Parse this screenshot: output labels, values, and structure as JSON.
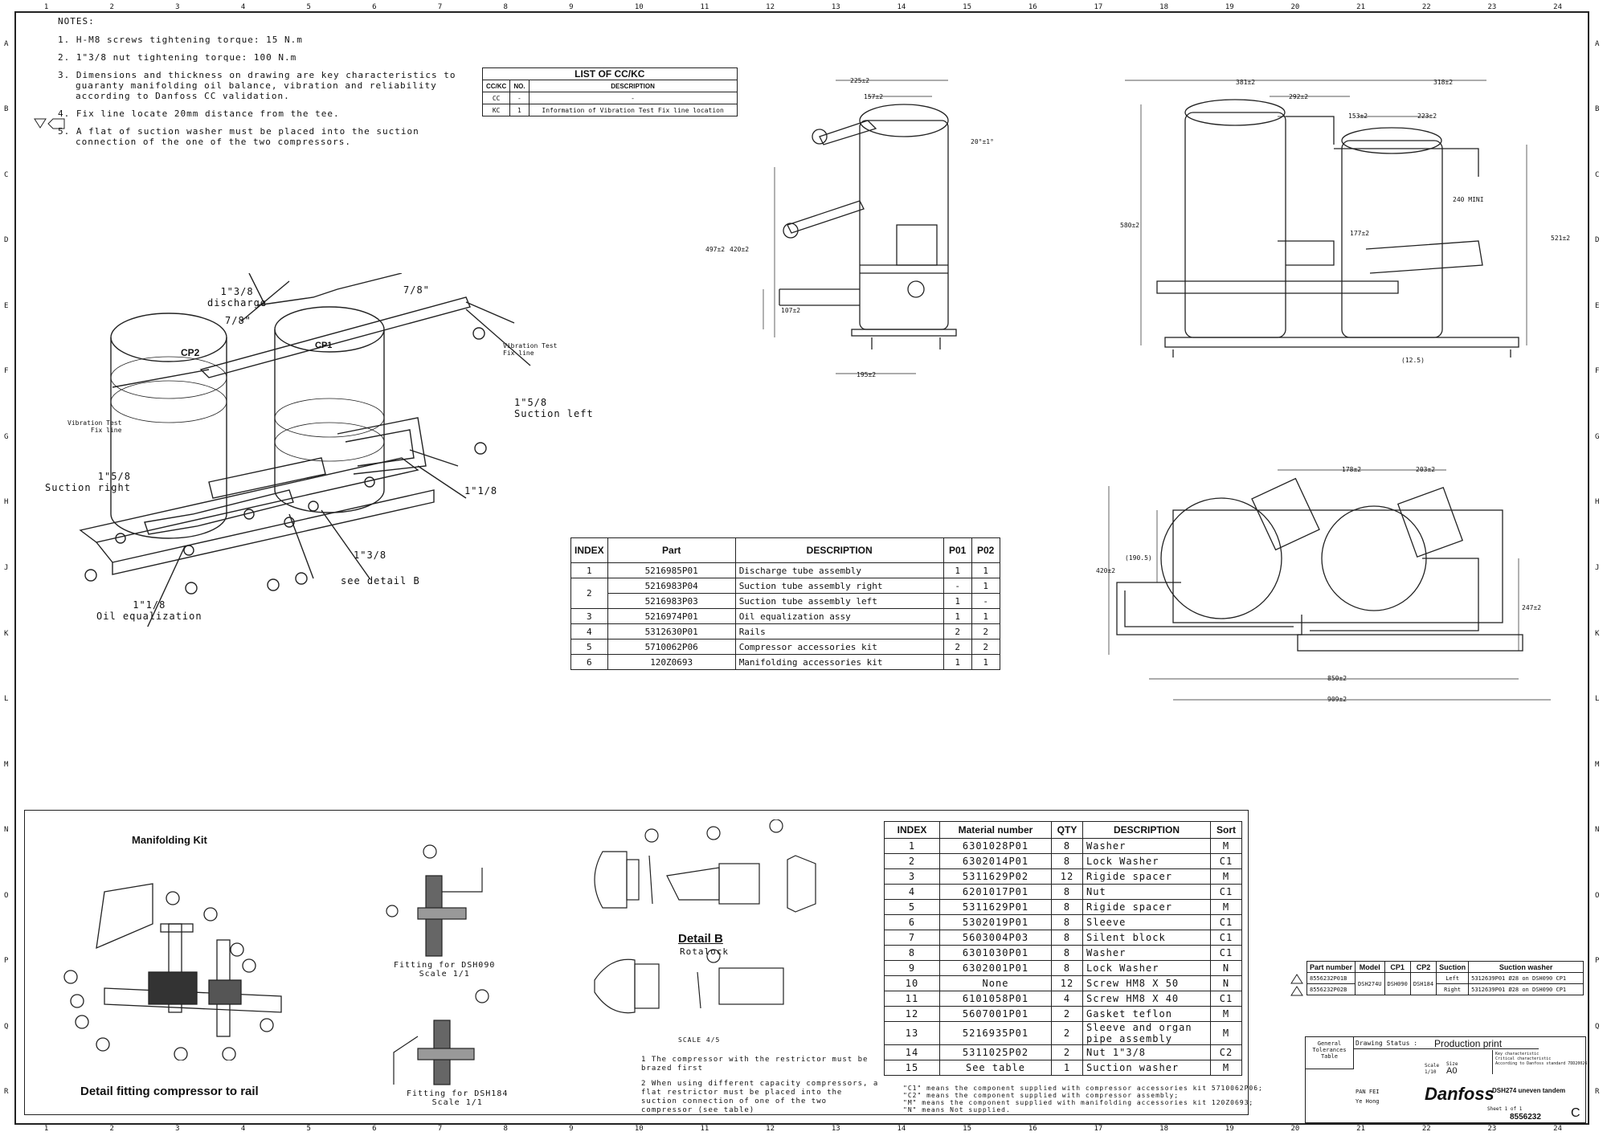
{
  "notes": {
    "title": "NOTES:",
    "items": [
      "1. H-M8 screws tightening torque: 15 N.m",
      "2. 1\"3/8 nut tightening torque: 100 N.m",
      "3. Dimensions and thickness on drawing are key characteristics to guaranty manifolding oil balance, vibration and reliability according to Danfoss CC validation.",
      "4. Fix line locate 20mm distance from the tee.",
      "5. A flat of suction washer must be placed into the suction connection of the one of the two compressors."
    ]
  },
  "cckc": {
    "caption": "LIST OF CC/KC",
    "headers": [
      "CC/KC",
      "NO.",
      "DESCRIPTION"
    ],
    "rows": [
      [
        "CC",
        "-",
        "-"
      ],
      [
        "KC",
        "1",
        "Information of Vibration Test Fix line location"
      ]
    ]
  },
  "iso_labels": {
    "discharge": "1\"3/8\ndischarge",
    "seven_eighth_a": "7/8\"",
    "seven_eighth_b": "7/8\"",
    "vib_right": "Vibration Test\nFix line",
    "vib_left": "Vibration Test\nFix line",
    "suction_left": "1\"5/8\nSuction left",
    "suction_right": "1\"5/8\nSuction right",
    "one_one_eighth": "1\"1/8",
    "one_three_eighth": "1\"3/8",
    "see_detail": "see detail B",
    "oil_eq": "1\"1/8\nOil equalization",
    "cp1": "CP1",
    "cp2": "CP2"
  },
  "dims": {
    "d225": "225±2",
    "d157": "157±2",
    "d20": "20°±1°",
    "d497": "497±2",
    "d420": "420±2",
    "d107": "107±2",
    "d195": "195±2",
    "d381": "381±2",
    "d318": "318±2",
    "d292": "292±2",
    "d153": "153±2",
    "d223": "223±2",
    "d240": "240 MINI",
    "d580": "580±2",
    "d177": "177±2",
    "d521": "521±2",
    "d12": "(12.5)",
    "d178": "178±2",
    "d203": "203±2",
    "d1905": "(190.5)",
    "d420b": "420±2",
    "d247": "247±2",
    "d850": "850±2",
    "d909": "909±2"
  },
  "index_table": {
    "headers": [
      "INDEX",
      "Part",
      "DESCRIPTION",
      "P01",
      "P02"
    ],
    "rows": [
      {
        "index": "1",
        "part": "5216985P01",
        "desc": "Discharge tube assembly",
        "p01": "1",
        "p02": "1"
      },
      {
        "index": "2",
        "part": "5216983P04",
        "desc": "Suction tube assembly right",
        "p01": "-",
        "p02": "1"
      },
      {
        "index": "",
        "part": "5216983P03",
        "desc": "Suction tube assembly left",
        "p01": "1",
        "p02": "-"
      },
      {
        "index": "3",
        "part": "5216974P01",
        "desc": "Oil equalization assy",
        "p01": "1",
        "p02": "1"
      },
      {
        "index": "4",
        "part": "5312630P01",
        "desc": "Rails",
        "p01": "2",
        "p02": "2"
      },
      {
        "index": "5",
        "part": "5710062P06",
        "desc": "Compressor accessories kit",
        "p01": "2",
        "p02": "2"
      },
      {
        "index": "6",
        "part": "120Z0693",
        "desc": "Manifolding accessories kit",
        "p01": "1",
        "p02": "1"
      }
    ]
  },
  "manifolding": {
    "title": "Manifolding Kit",
    "caption": "Detail fitting compressor to rail",
    "fit090": "Fitting for DSH090\nScale 1/1",
    "fit184": "Fitting for DSH184\nScale 1/1",
    "detail_b": "Detail B",
    "rotalock": "Rotalock",
    "scale45": "SCALE 4/5",
    "note1": "1 The compressor with the restrictor must be brazed first",
    "note2": "2 When using different capacity compressors, a flat restrictor must be placed into the suction connection of one of the two compressor (see table)"
  },
  "material_table": {
    "headers": [
      "INDEX",
      "Material number",
      "QTY",
      "DESCRIPTION",
      "Sort"
    ],
    "rows": [
      [
        "1",
        "6301028P01",
        "8",
        "Washer",
        "M"
      ],
      [
        "2",
        "6302014P01",
        "8",
        "Lock Washer",
        "C1"
      ],
      [
        "3",
        "5311629P02",
        "12",
        "Rigide spacer",
        "M"
      ],
      [
        "4",
        "6201017P01",
        "8",
        "Nut",
        "C1"
      ],
      [
        "5",
        "5311629P01",
        "8",
        "Rigide spacer",
        "M"
      ],
      [
        "6",
        "5302019P01",
        "8",
        "Sleeve",
        "C1"
      ],
      [
        "7",
        "5603004P03",
        "8",
        "Silent block",
        "C1"
      ],
      [
        "8",
        "6301030P01",
        "8",
        "Washer",
        "C1"
      ],
      [
        "9",
        "6302001P01",
        "8",
        "Lock Washer",
        "N"
      ],
      [
        "10",
        "None",
        "12",
        "Screw HM8 X 50",
        "N"
      ],
      [
        "11",
        "6101058P01",
        "4",
        "Screw HM8 X 40",
        "C1"
      ],
      [
        "12",
        "5607001P01",
        "2",
        "Gasket teflon",
        "M"
      ],
      [
        "13",
        "5216935P01",
        "2",
        "Sleeve and organ pipe assembly",
        "M"
      ],
      [
        "14",
        "5311025P02",
        "2",
        "Nut 1\"3/8",
        "C2"
      ],
      [
        "15",
        "See table",
        "1",
        "Suction washer",
        "M"
      ]
    ],
    "footnotes": [
      "\"C1\" means the component supplied with compressor accessories kit 5710062P06;",
      "\"C2\" means the component supplied with compressor assembly;",
      "\"M\" means the component supplied with manifolding accessories kit 120Z0693;",
      "\"N\" means Not supplied."
    ]
  },
  "part_number_table": {
    "headers": [
      "Part number",
      "Model",
      "CP1",
      "CP2",
      "Suction",
      "Suction washer"
    ],
    "rows": [
      [
        "8556232P01B",
        "DSH274U",
        "DSH090",
        "DSH184",
        "Left",
        "5312639P01 Ø28 on DSH090 CP1"
      ],
      [
        "8556232P02B",
        "",
        "",
        "",
        "Right",
        "5312639P01 Ø28 on DSH090 CP1"
      ]
    ]
  },
  "title_block": {
    "status": "Drawing Status :",
    "production": "Production print",
    "scale": "Scale",
    "scale_val": "1/10",
    "size": "Size",
    "size_val": "A0",
    "logo": "Danfoss",
    "drawing_title": "DSH274 uneven tandem",
    "drawing_no": "8556232",
    "rev": "C",
    "designer": "PAN FEI",
    "approved": "Ye Hong",
    "sheet": "Sheet 1 of 1",
    "gen_tol": "General Tolerances Table",
    "key_char": "Key characteristic\nCritical characteristic\nAccording to Danfoss standard 7DD20026"
  },
  "grid": {
    "cols": [
      "1",
      "2",
      "3",
      "4",
      "5",
      "6",
      "7",
      "8",
      "9",
      "10",
      "11",
      "12",
      "13",
      "14",
      "15",
      "16",
      "17",
      "18",
      "19",
      "20",
      "21",
      "22",
      "23",
      "24"
    ],
    "rows": [
      "A",
      "B",
      "C",
      "D",
      "E",
      "F",
      "G",
      "H",
      "J",
      "K",
      "L",
      "M",
      "N",
      "O",
      "P",
      "Q",
      "R"
    ]
  },
  "colors": {
    "line": "#222222",
    "bg": "#ffffff"
  }
}
